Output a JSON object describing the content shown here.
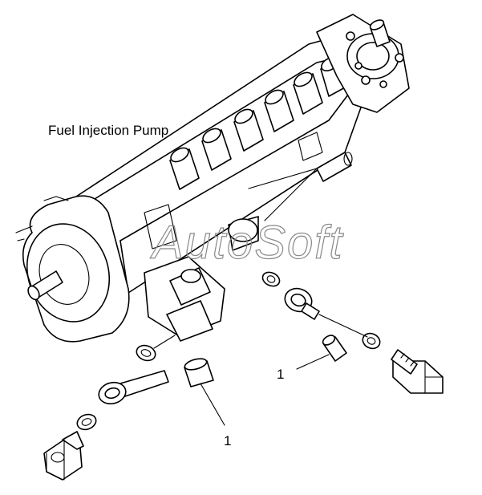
{
  "labels": {
    "pump": "Fuel Injection Pump",
    "callout_upper": "1",
    "callout_lower": "1"
  },
  "watermark": "AutoSoft",
  "colors": {
    "ink": "#000000",
    "background": "#ffffff",
    "watermark": "#888888"
  }
}
